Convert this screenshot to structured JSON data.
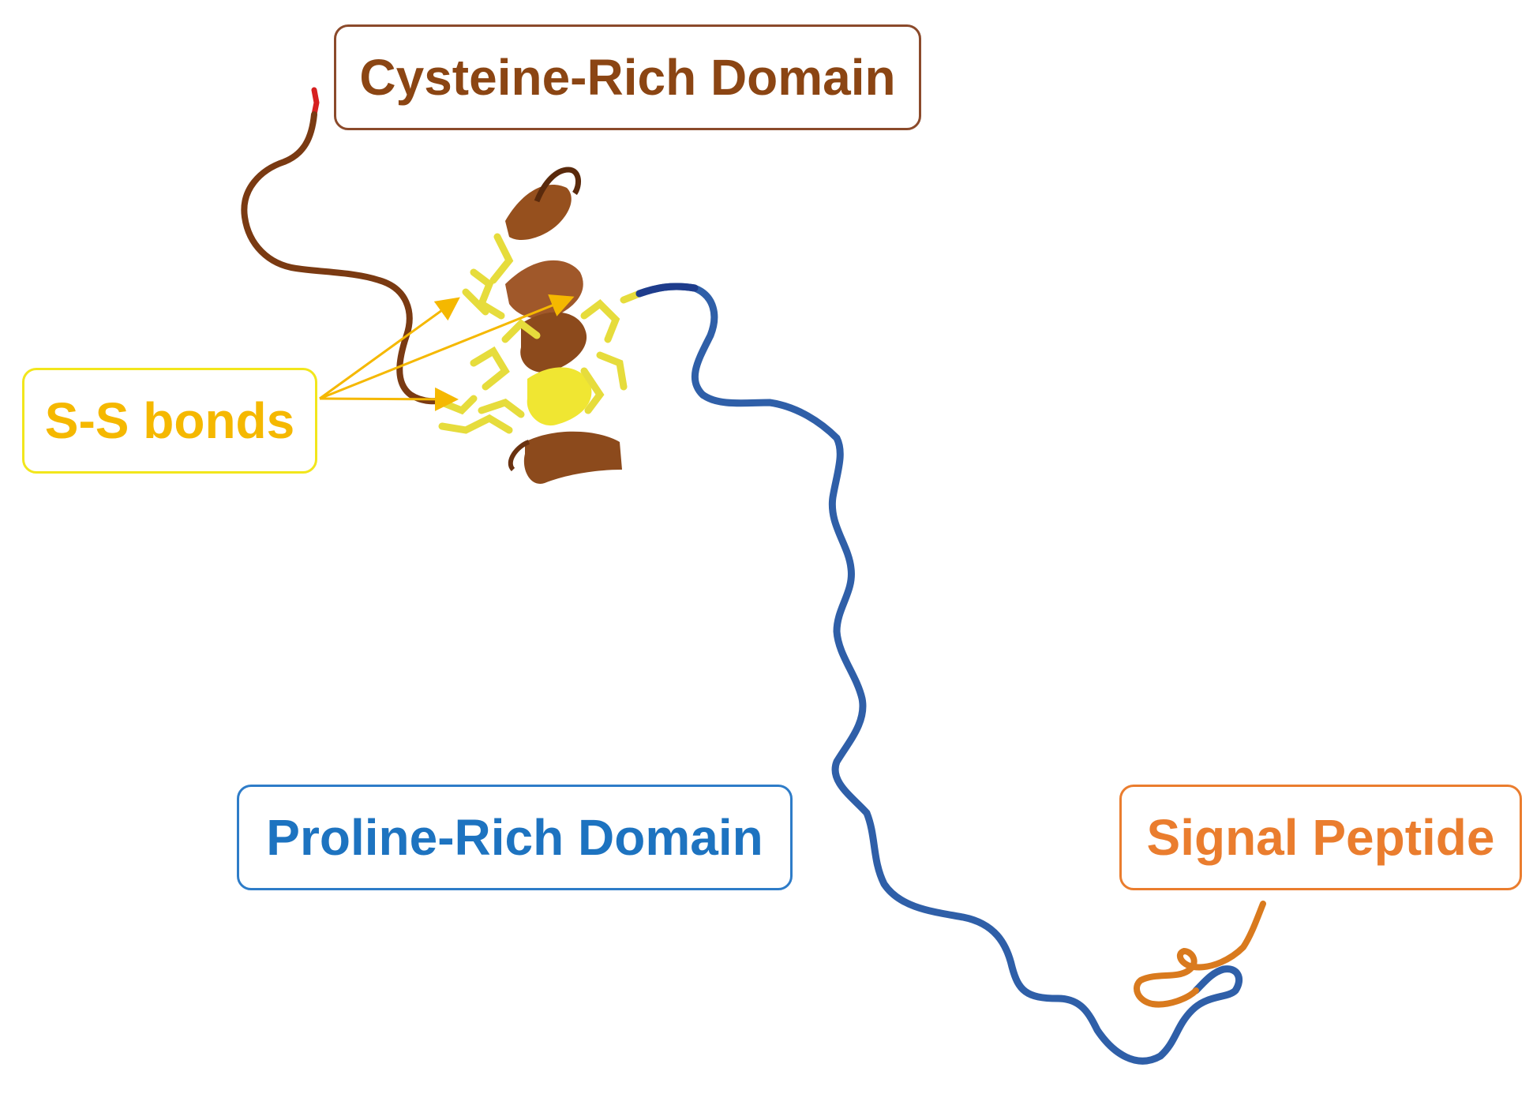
{
  "labels": {
    "cysteine": {
      "text": "Cysteine-Rich Domain",
      "color": "#8B4513",
      "border": "#8B4A2B"
    },
    "ss_bonds": {
      "text": "S-S bonds",
      "color": "#F5B800",
      "border": "#F2E61C"
    },
    "proline": {
      "text": "Proline-Rich Domain",
      "color": "#1D73C0",
      "border": "#2E7CC8"
    },
    "signal": {
      "text": "Signal Peptide",
      "color": "#EA7D2E",
      "border": "#EA7D2E"
    }
  },
  "colors": {
    "cysteine_domain": "#8B4513",
    "helix": "#96501E",
    "disulfide": "#E6DC3C",
    "proline_domain": "#2F5FA8",
    "proline_dark": "#1E3C8C",
    "signal_peptide": "#D97A1E",
    "n_terminus": "#D62020",
    "arrow": "#F5B800"
  }
}
